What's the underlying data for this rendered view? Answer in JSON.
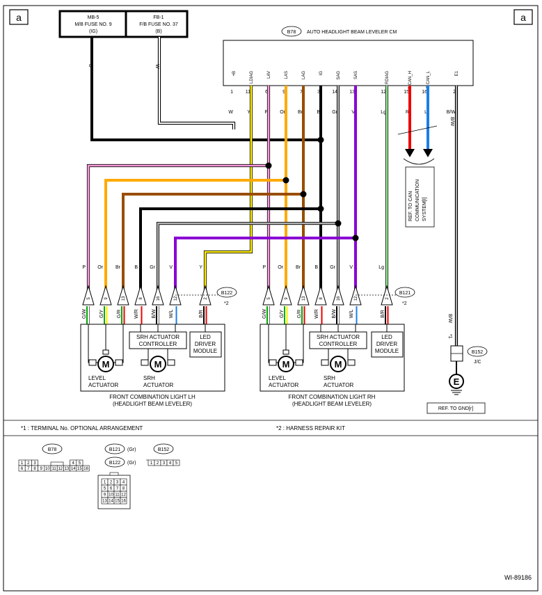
{
  "page": {
    "corner_tag": "a",
    "code": "WI-89186"
  },
  "colors": {
    "pink": "#ff99dd",
    "orange": "#ffaa00",
    "brown": "#994d00",
    "black": "#000000",
    "gray": "#b3b3b3",
    "violet": "#8a00d4",
    "yellow": "#ffee00",
    "lightgreen": "#99ee99",
    "red": "#ee0000",
    "blue": "#1a7fe6",
    "green": "#00aa00"
  },
  "fuses": [
    {
      "name": "MB-5",
      "desc": "M/B FUSE NO. 9",
      "supply": "(IG)"
    },
    {
      "name": "FB-1",
      "desc": "F/B FUSE NO. 37",
      "supply": "(B)"
    }
  ],
  "ecu": {
    "connector": "B78",
    "title": "AUTO HEADLIGHT BEAM LEVELER CM",
    "pins": [
      {
        "signal": "+B",
        "pin": "1",
        "color": "W"
      },
      {
        "signal": "LDIAG",
        "pin": "11",
        "color": "Y"
      },
      {
        "signal": "LAV",
        "pin": "6",
        "color": "P"
      },
      {
        "signal": "LAS",
        "pin": "9",
        "color": "Or"
      },
      {
        "signal": "LAG",
        "pin": "7",
        "color": "Br"
      },
      {
        "signal": "IG",
        "pin": "3",
        "color": "B"
      },
      {
        "signal": "SAG",
        "pin": "14",
        "color": "Gr"
      },
      {
        "signal": "SAS",
        "pin": "13",
        "color": "V"
      },
      {
        "signal": "RDIAG",
        "pin": "12",
        "color": "Lg"
      },
      {
        "signal": "B CAN_H",
        "pin": "15",
        "color": "R"
      },
      {
        "signal": "B CAN_L",
        "pin": "16",
        "color": "L"
      },
      {
        "signal": "E1",
        "pin": "2",
        "color": "B/W"
      }
    ]
  },
  "wire_labels": {
    "b": "B",
    "w": "W",
    "p": "P",
    "or": "Or",
    "br": "Br",
    "gr": "Gr",
    "v": "V",
    "y": "Y",
    "lg": "Lg",
    "bw": "B/W"
  },
  "can_ref": [
    "REF. TO CAN",
    "COMMUNICATION",
    "SYSTEM[I]"
  ],
  "left_light": {
    "connector": "B122",
    "mark": "*2",
    "pins": [
      "5",
      "9",
      "13",
      "8",
      "16",
      "12",
      "2"
    ],
    "lower_colors": [
      "G/W",
      "G/Y",
      "G/R",
      "W/R",
      "B/W",
      "W/L",
      "B/R"
    ],
    "title1": "FRONT COMBINATION LIGHT LH",
    "title2": "(HEADLIGHT BEAM LEVELER)"
  },
  "right_light": {
    "connector": "B121",
    "mark": "*2",
    "pins": [
      "5",
      "9",
      "13",
      "8",
      "16",
      "12",
      "2"
    ],
    "lower_colors": [
      "G/W",
      "G/Y",
      "G/R",
      "W/R",
      "B/W",
      "W/L",
      "B/R"
    ],
    "title1": "FRONT COMBINATION LIGHT RH",
    "title2": "(HEADLIGHT BEAM LEVELER)"
  },
  "components": {
    "motor": "M",
    "level1": "LEVEL",
    "level2": "ACTUATOR",
    "srh1": "SRH",
    "srh2": "ACTUATOR",
    "ctrl1": "SRH ACTUATOR",
    "ctrl2": "CONTROLLER",
    "led1": "LED",
    "led2": "DRIVER",
    "led3": "MODULE"
  },
  "ground": {
    "mark": "*1",
    "connector": "B152",
    "type": "J/C",
    "symbol": "E",
    "ref": "REF. TO GND[r]"
  },
  "notes": [
    "*1 : TERMINAL No. OPTIONAL ARRANGEMENT",
    "*2 : HARNESS REPAIR KIT"
  ],
  "connector_views": {
    "b78": {
      "label": "B78",
      "top_row": [
        "1",
        "2",
        "3",
        "",
        "",
        "",
        "",
        "",
        "4",
        "5"
      ],
      "bottom_row": [
        "6",
        "7",
        "8",
        "9",
        "10",
        "11",
        "12",
        "13",
        "14",
        "15",
        "16"
      ]
    },
    "b121": {
      "label": "B121",
      "color": "(Gr)"
    },
    "b122": {
      "label": "B122",
      "color": "(Gr)",
      "grid": [
        [
          "1",
          "2",
          "3",
          "4"
        ],
        [
          "5",
          "6",
          "7",
          "8"
        ],
        [
          "9",
          "10",
          "11",
          "12"
        ],
        [
          "13",
          "14",
          "15",
          "16"
        ]
      ]
    },
    "b152": {
      "label": "B152",
      "pins": [
        "1",
        "2",
        "3",
        "4",
        "5"
      ]
    }
  }
}
